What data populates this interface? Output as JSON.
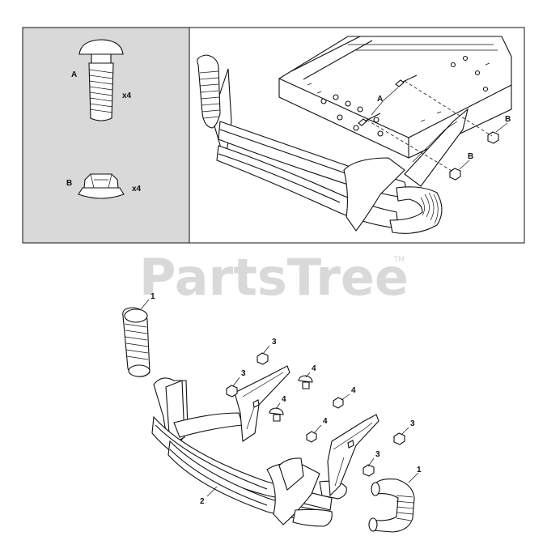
{
  "inset": {
    "hardware": [
      {
        "letter": "A",
        "qty": "x4",
        "icon": "carriage-bolt"
      },
      {
        "letter": "B",
        "qty": "x4",
        "icon": "flange-nut"
      }
    ],
    "assembly_callouts": [
      "A",
      "B",
      "B"
    ]
  },
  "watermark": {
    "text": "PartsTree",
    "trademark": "TM"
  },
  "parts": {
    "callouts": [
      "1",
      "1",
      "2",
      "3",
      "3",
      "3",
      "3",
      "4",
      "4",
      "4",
      "4"
    ]
  },
  "colors": {
    "panel_gray": "#d9d9d9",
    "line": "#111111",
    "watermark": "#d9d9d9"
  }
}
